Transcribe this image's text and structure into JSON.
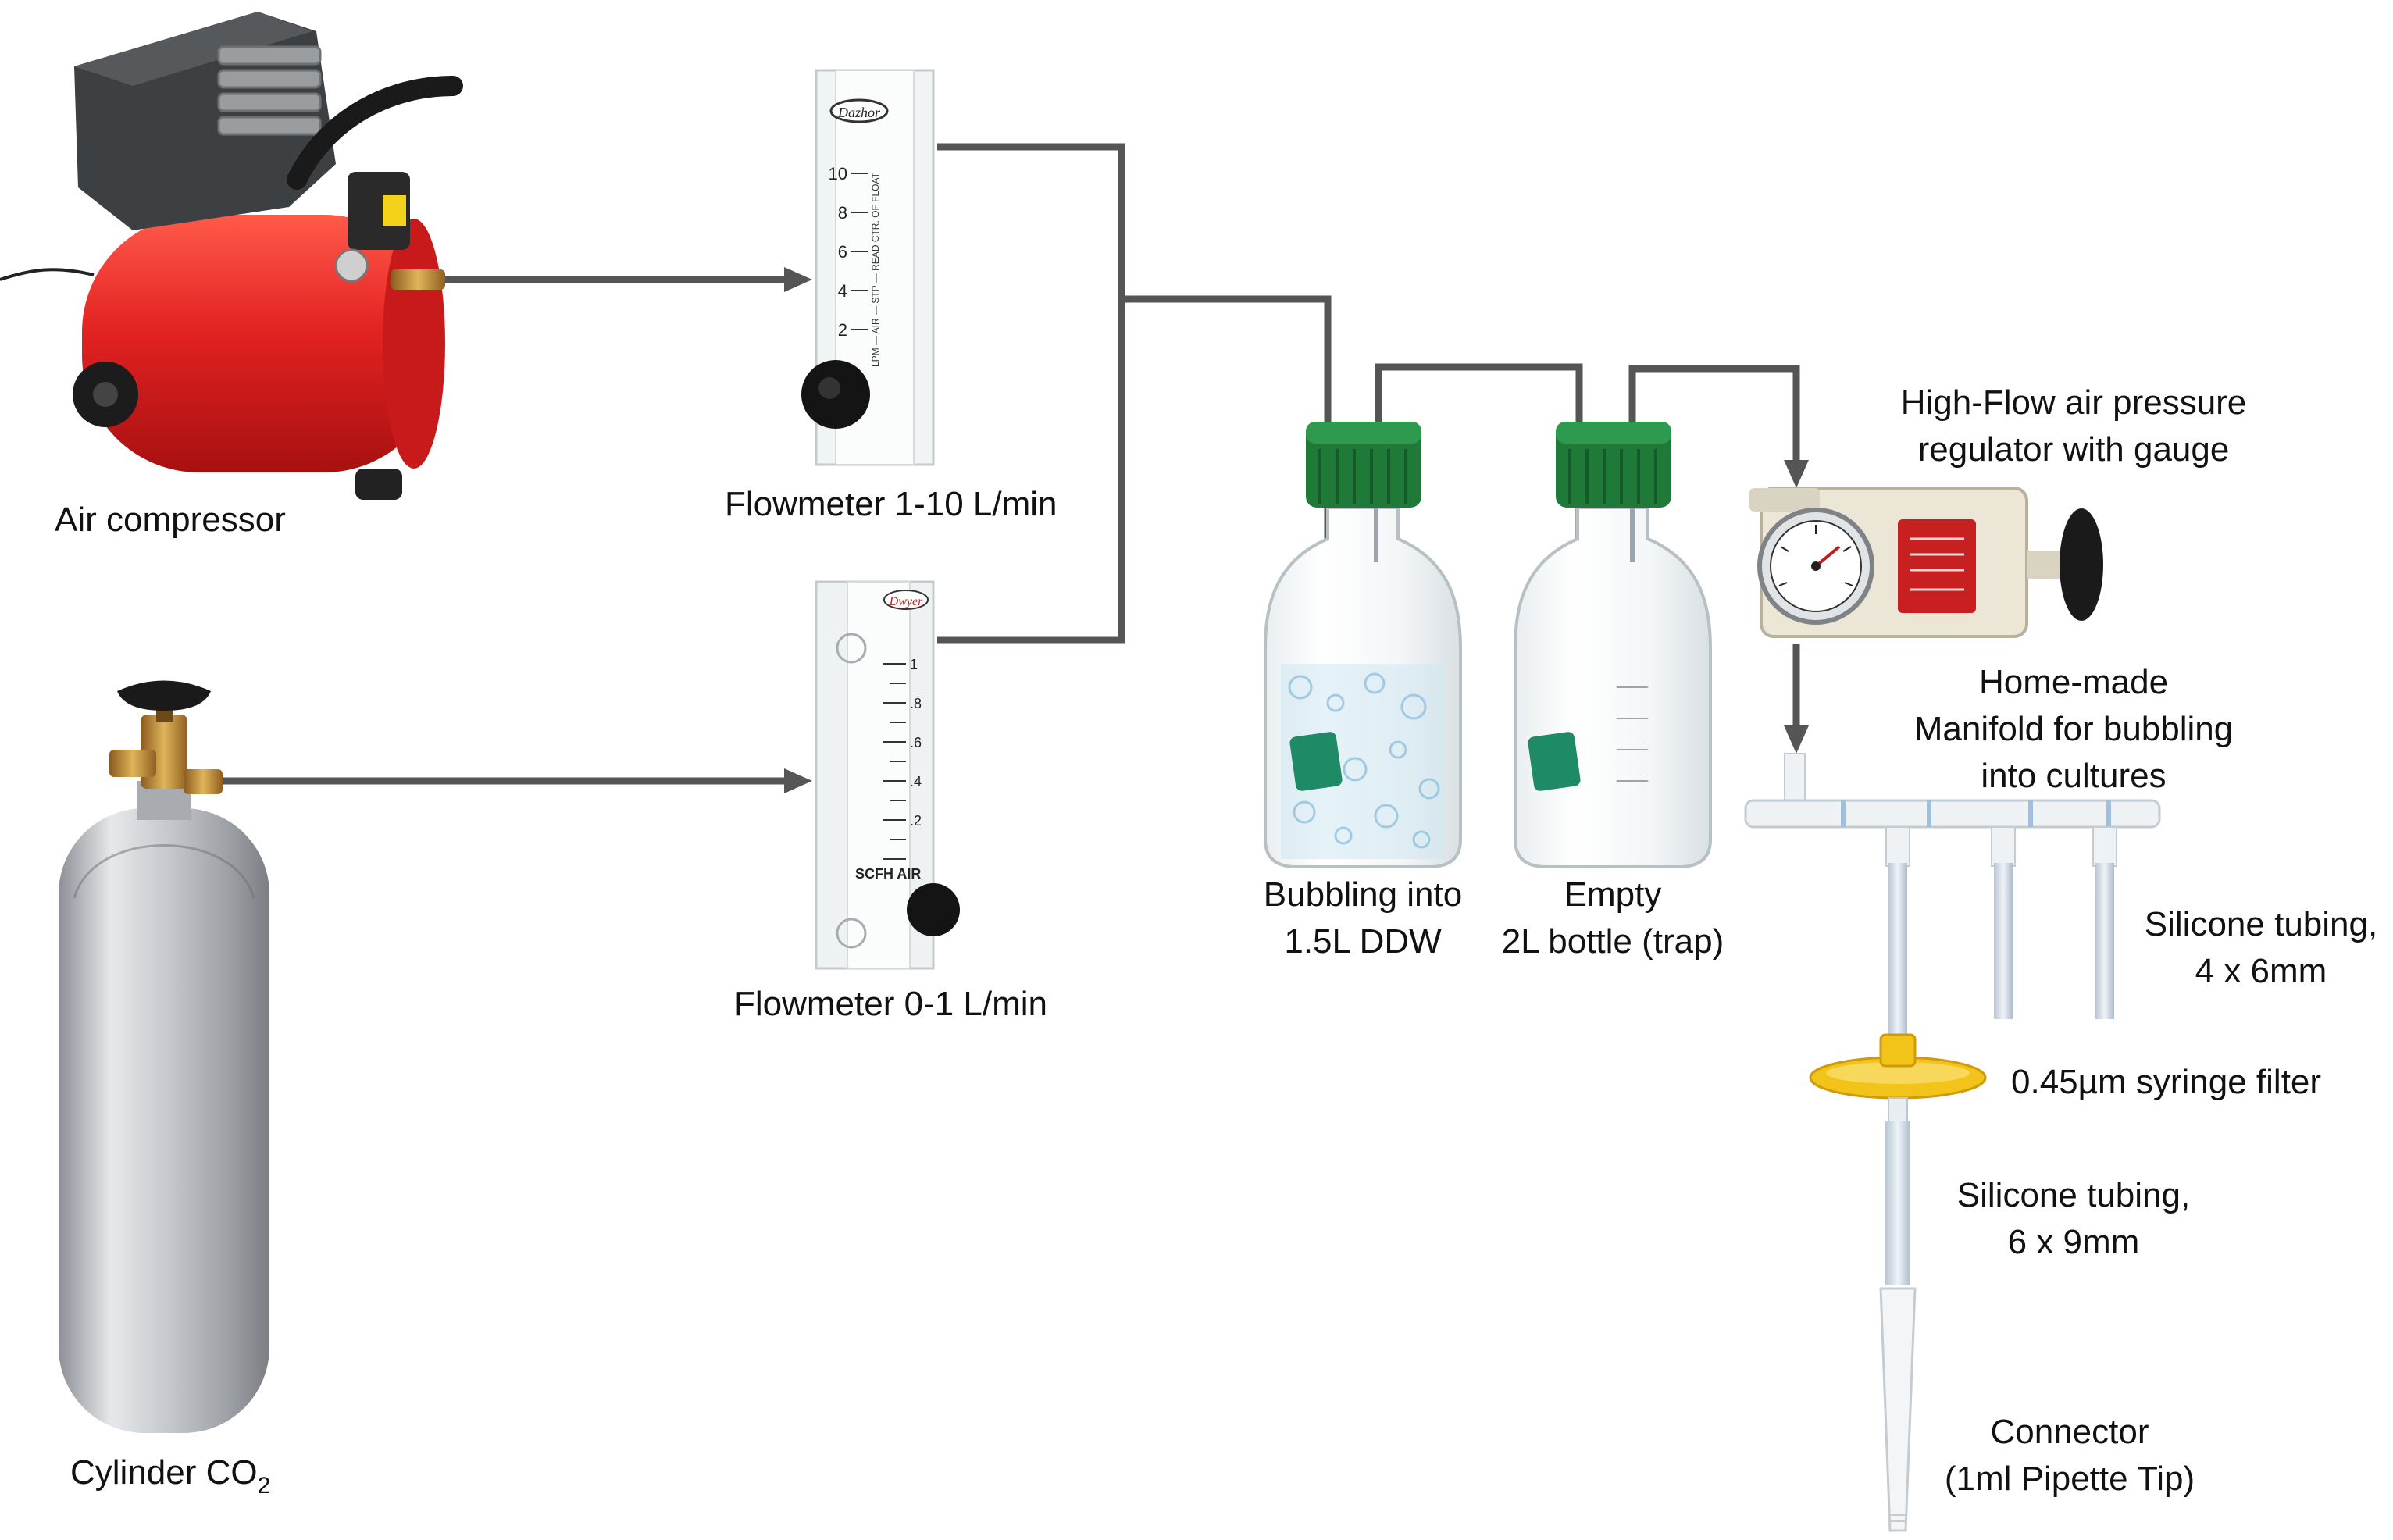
{
  "labels": {
    "air_compressor": "Air compressor",
    "cylinder": "Cylinder CO",
    "cylinder_sub": "2",
    "flowmeter_high": "Flowmeter 1-10 L/min",
    "flowmeter_low": "Flowmeter 0-1 L/min",
    "bottle1_line1": "Bubbling into",
    "bottle1_line2": "1.5L DDW",
    "bottle2_line1": "Empty",
    "bottle2_line2": "2L bottle (trap)",
    "regulator_line1": "High-Flow air pressure",
    "regulator_line2": "regulator with gauge",
    "manifold_line1": "Home-made",
    "manifold_line2": "Manifold for bubbling",
    "manifold_line3": "into cultures",
    "tubing1_line1": "Silicone tubing,",
    "tubing1_line2": "4 x 6mm",
    "filter": "0.45µm syringe filter",
    "tubing2_line1": "Silicone tubing,",
    "tubing2_line2": "6 x 9mm",
    "connector_line1": "Connector",
    "connector_line2": "(1ml Pipette Tip)"
  },
  "device_text": {
    "flowmeter_high_brand": "Dazhor",
    "flowmeter_high_ticks": [
      "10",
      "8",
      "6",
      "4",
      "2"
    ],
    "flowmeter_high_scale_text": "LPM — AIR — STP — READ CTR. OF FLOAT",
    "flowmeter_low_brand": "Dwyer",
    "flowmeter_low_ticks": [
      "1",
      ".8",
      ".6",
      ".4",
      ".2"
    ],
    "flowmeter_low_unit": "SCFH AIR"
  },
  "colors": {
    "pipe": "#555555",
    "compressor_red": "#d61f1f",
    "bottle_cap_green": "#1f7a3a",
    "regulator_tag_red": "#c82020",
    "filter_yellow": "#f2c41a"
  }
}
